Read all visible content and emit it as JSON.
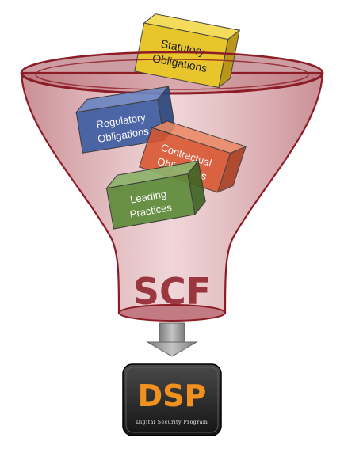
{
  "funnel": {
    "logo_text": "SCF"
  },
  "boxes": {
    "statutory": {
      "line1": "Statutory",
      "line2": "Obligations",
      "color": "#e8c52a"
    },
    "regulatory": {
      "line1": "Regulatory",
      "line2": "Obligations",
      "color": "#3f5ea3"
    },
    "contractual": {
      "line1": "Contractual",
      "line2": "Obligations",
      "color": "#d9552f"
    },
    "leading": {
      "line1": "Leading",
      "line2": "Practices",
      "color": "#5e8c3a"
    }
  },
  "output": {
    "title": "DSP",
    "subtitle": "Digital Security Program",
    "title_color": "#f0901e"
  },
  "colors": {
    "funnel": "#c87c82",
    "funnel_rim": "#8c1c26",
    "arrow": "#9a9a9a"
  }
}
